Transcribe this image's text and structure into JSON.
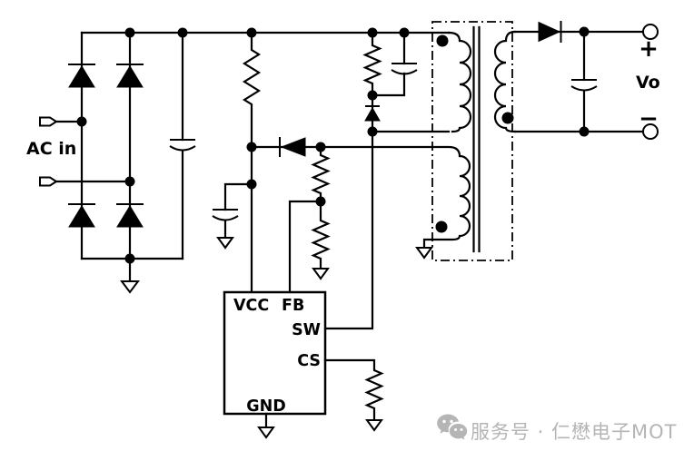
{
  "labels": {
    "ac_in": "AC in",
    "output_voltage": "Vo",
    "output_positive": "+",
    "output_negative": "−"
  },
  "ic": {
    "pin_vcc": "VCC",
    "pin_fb": "FB",
    "pin_sw": "SW",
    "pin_cs": "CS",
    "pin_gnd": "GND"
  },
  "watermark": {
    "icon": "wechat-icon",
    "text": "服务号 · 仁懋电子MOT",
    "color": "#b5b5b5"
  },
  "colors": {
    "wire": "#000000",
    "text": "#000000",
    "background": "#ffffff",
    "watermark": "#b5b5b5"
  }
}
